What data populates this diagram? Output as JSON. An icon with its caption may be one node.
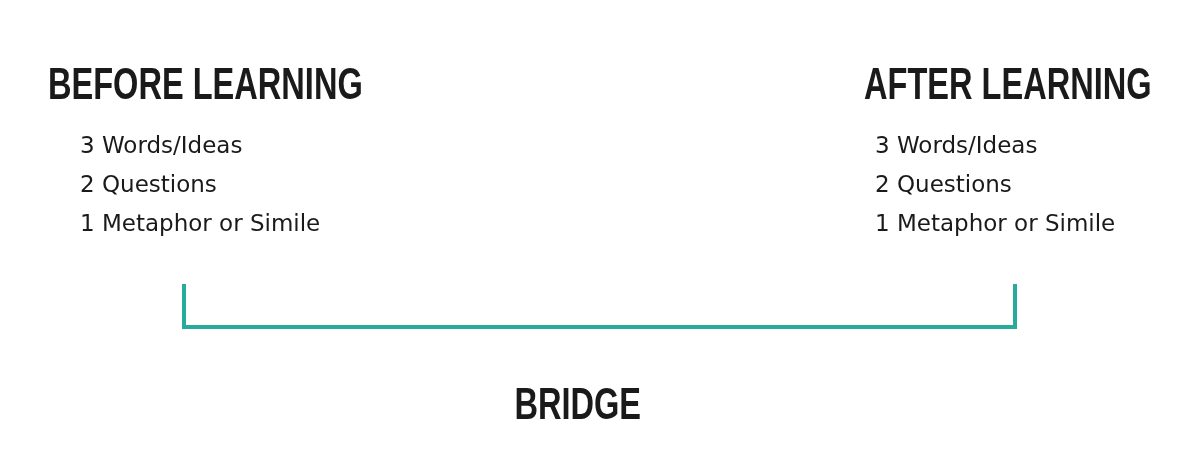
{
  "diagram": {
    "labels": [
      "BEFORE LEARNING",
      "3 Words/Ideas",
      "2 Questions",
      "1 Metaphor or Simile",
      "AFTER LEARNING",
      "3 Words/Ideas",
      "2 Questions",
      "1 Metaphor or Simile",
      "BRIDGE"
    ]
  }
}
